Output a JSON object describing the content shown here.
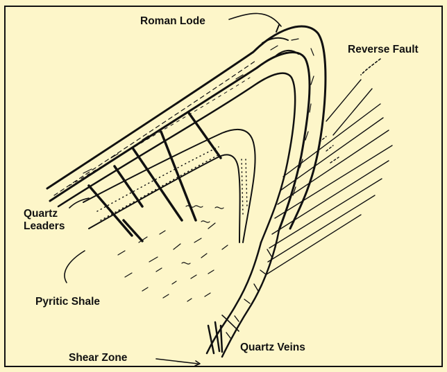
{
  "labels": {
    "roman_lode": "Roman Lode",
    "reverse_fault": "Reverse Fault",
    "quartz_leaders_line1": "Quartz",
    "quartz_leaders_line2": "Leaders",
    "pyritic_shale": "Pyritic Shale",
    "shear_zone": "Shear Zone",
    "quartz_veins": "Quartz Veins"
  },
  "colors": {
    "background": "#fdf6c9",
    "ink": "#111111"
  }
}
